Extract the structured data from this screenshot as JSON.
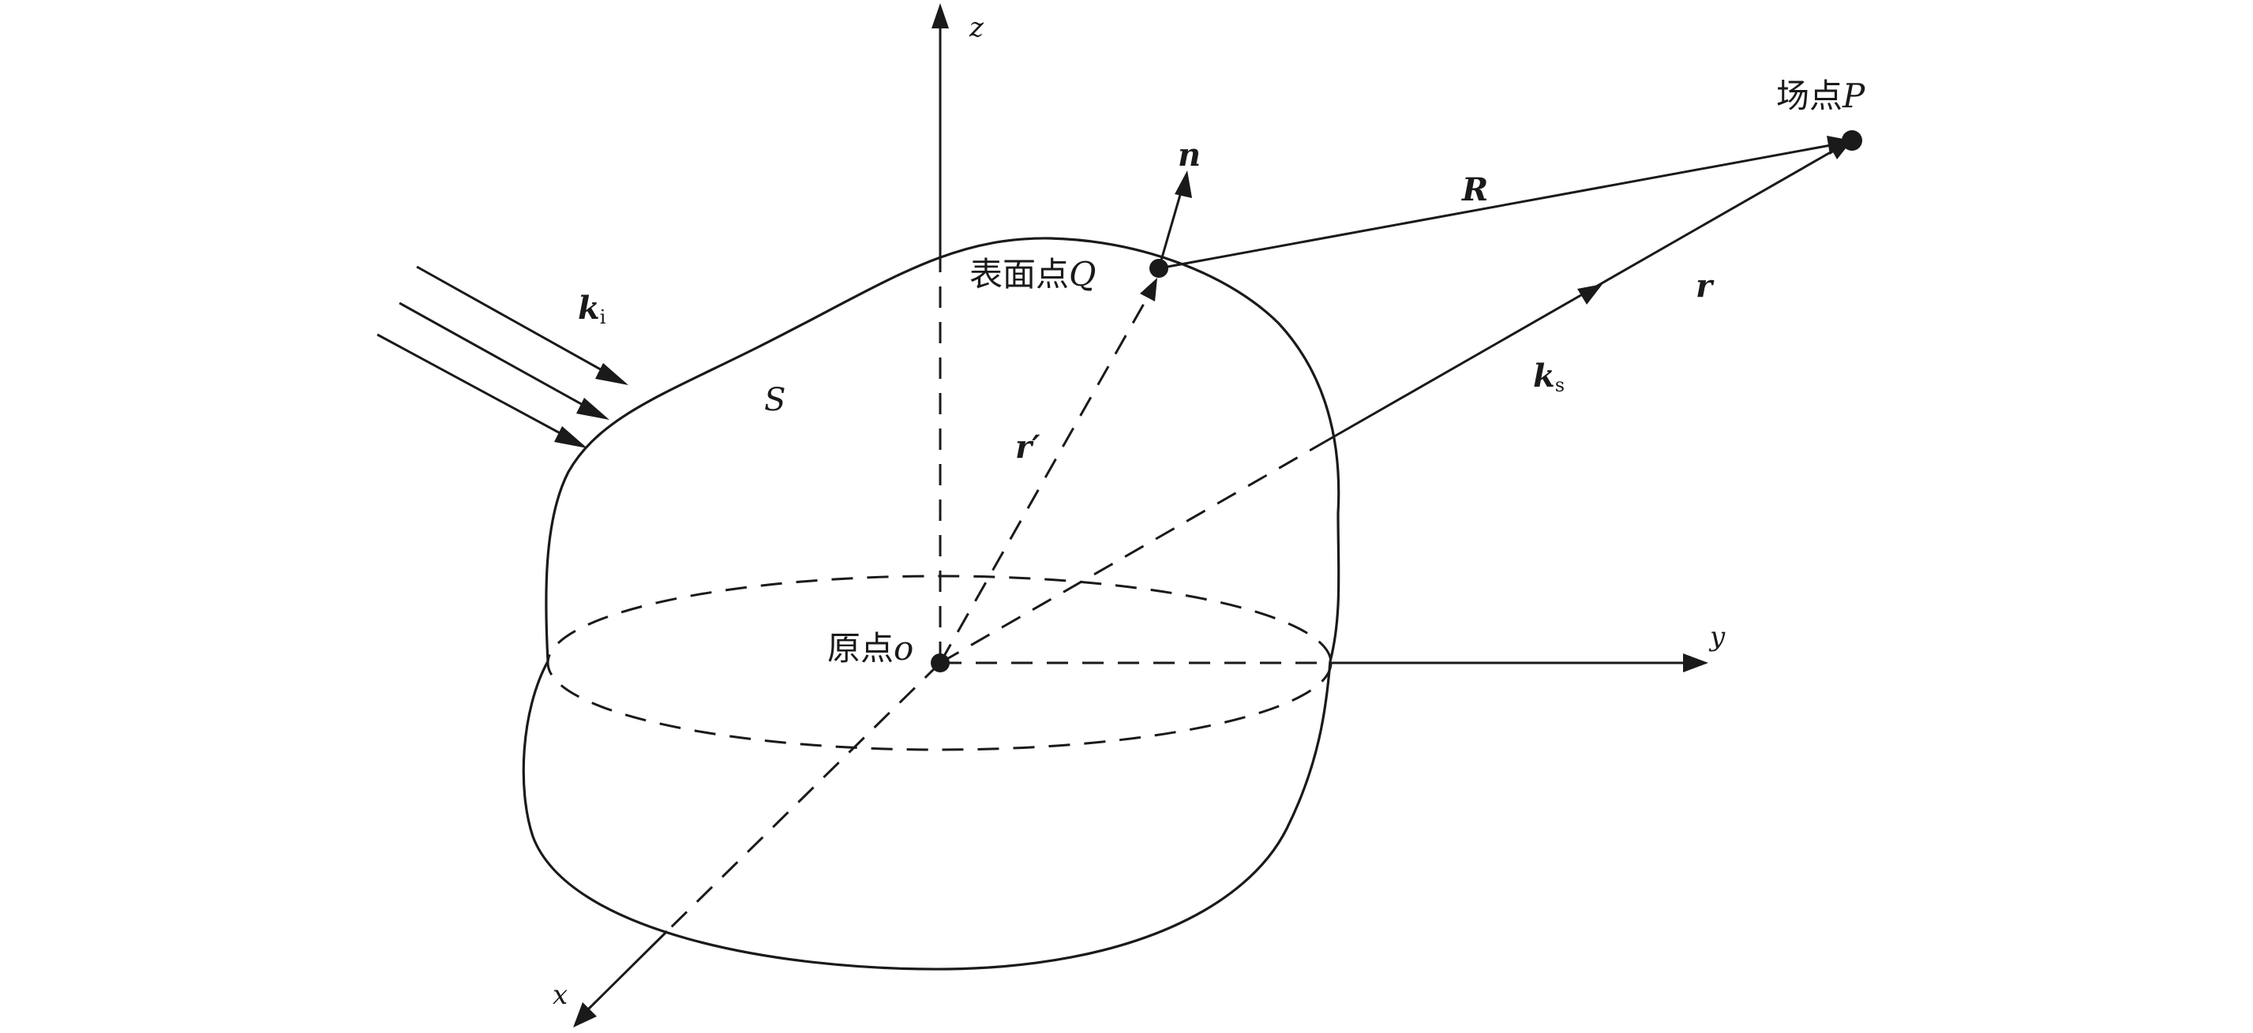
{
  "axes": {
    "x_label": "x",
    "y_label": "y",
    "z_label": "z"
  },
  "surface_label": "S",
  "points": {
    "origin_label": "原点",
    "origin_symbol": "o",
    "surface_point_label": "表面点",
    "surface_point_symbol": "Q",
    "field_point_label": "场点",
    "field_point_symbol": "P"
  },
  "vectors": {
    "normal": "n",
    "distance": "R",
    "position": "r",
    "source_position": "r′",
    "incident_wave": "k",
    "incident_subscript": "i",
    "scattered_wave": "k",
    "scattered_subscript": "s"
  }
}
